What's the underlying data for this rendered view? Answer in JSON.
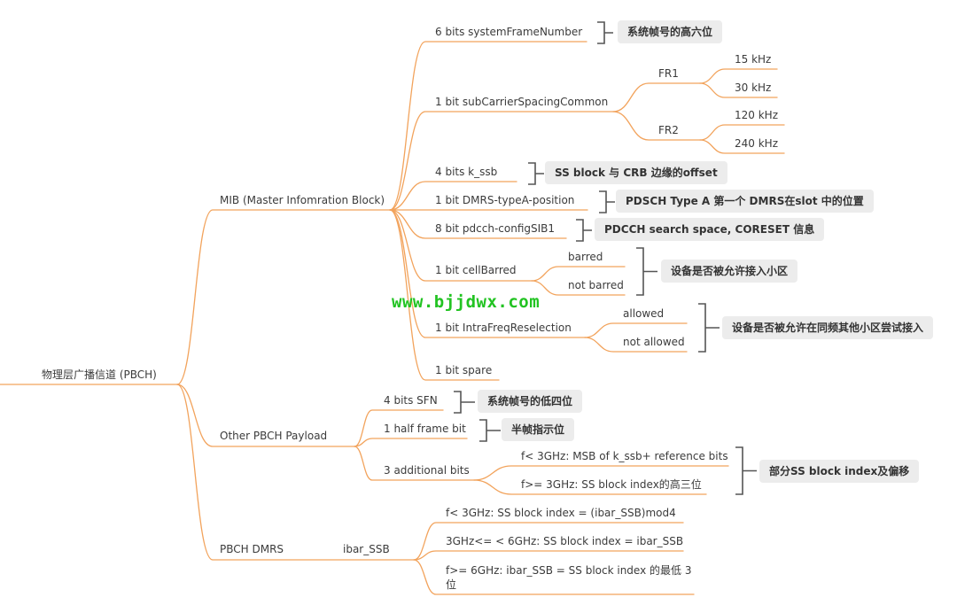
{
  "colors": {
    "branch": "#f2a35c",
    "bracket": "#555555",
    "note_bg": "#ececec",
    "watermark": "#22c322"
  },
  "root": {
    "label": "物理层广播信道 (PBCH)"
  },
  "mib": {
    "label": "MIB (Master Infomration Block)",
    "sfn_bits": {
      "label": "6 bits systemFrameNumber",
      "note": "系统帧号的高六位"
    },
    "scs": {
      "label": "1 bit subCarrierSpacingCommon",
      "fr1": {
        "label": "FR1",
        "options": [
          "15 kHz",
          "30 kHz"
        ]
      },
      "fr2": {
        "label": "FR2",
        "options": [
          "120 kHz",
          "240 kHz"
        ]
      }
    },
    "kssb": {
      "label": "4 bits k_ssb",
      "note": "SS block 与 CRB 边缘的offset"
    },
    "dmrs_pos": {
      "label": "1 bit DMRS-typeA-position",
      "note": "PDSCH Type A 第一个 DMRS在slot 中的位置"
    },
    "pdcch": {
      "label": "8 bit pdcch-configSIB1",
      "note": "PDCCH search space, CORESET 信息"
    },
    "barred": {
      "label": "1 bit cellBarred",
      "options": [
        "barred",
        "not barred"
      ],
      "note": "设备是否被允许接入小区"
    },
    "intrafreq": {
      "label": "1 bit IntraFreqReselection",
      "options": [
        "allowed",
        "not allowed"
      ],
      "note": "设备是否被允许在同频其他小区尝试接入"
    },
    "spare": {
      "label": "1 bit spare"
    }
  },
  "payload": {
    "label": "Other PBCH Payload",
    "sfn4": {
      "label": "4 bits SFN",
      "note": "系统帧号的低四位"
    },
    "half": {
      "label": "1 half frame bit",
      "note": "半帧指示位"
    },
    "add": {
      "label": "3 additional bits",
      "options": [
        "f< 3GHz: MSB of k_ssb+ reference bits",
        "f>= 3GHz: SS block index的高三位"
      ],
      "note": "部分SS block index及偏移"
    }
  },
  "dmrs": {
    "label": "PBCH DMRS",
    "ibar": {
      "label": "ibar_SSB",
      "options": [
        "f< 3GHz: SS block index = (ibar_SSB)mod4",
        "3GHz<=  < 6GHz: SS block index = ibar_SSB",
        "f>= 6GHz: ibar_SSB = SS block index 的最低 3 位"
      ]
    }
  },
  "watermark": "www.bjjdwx.com"
}
